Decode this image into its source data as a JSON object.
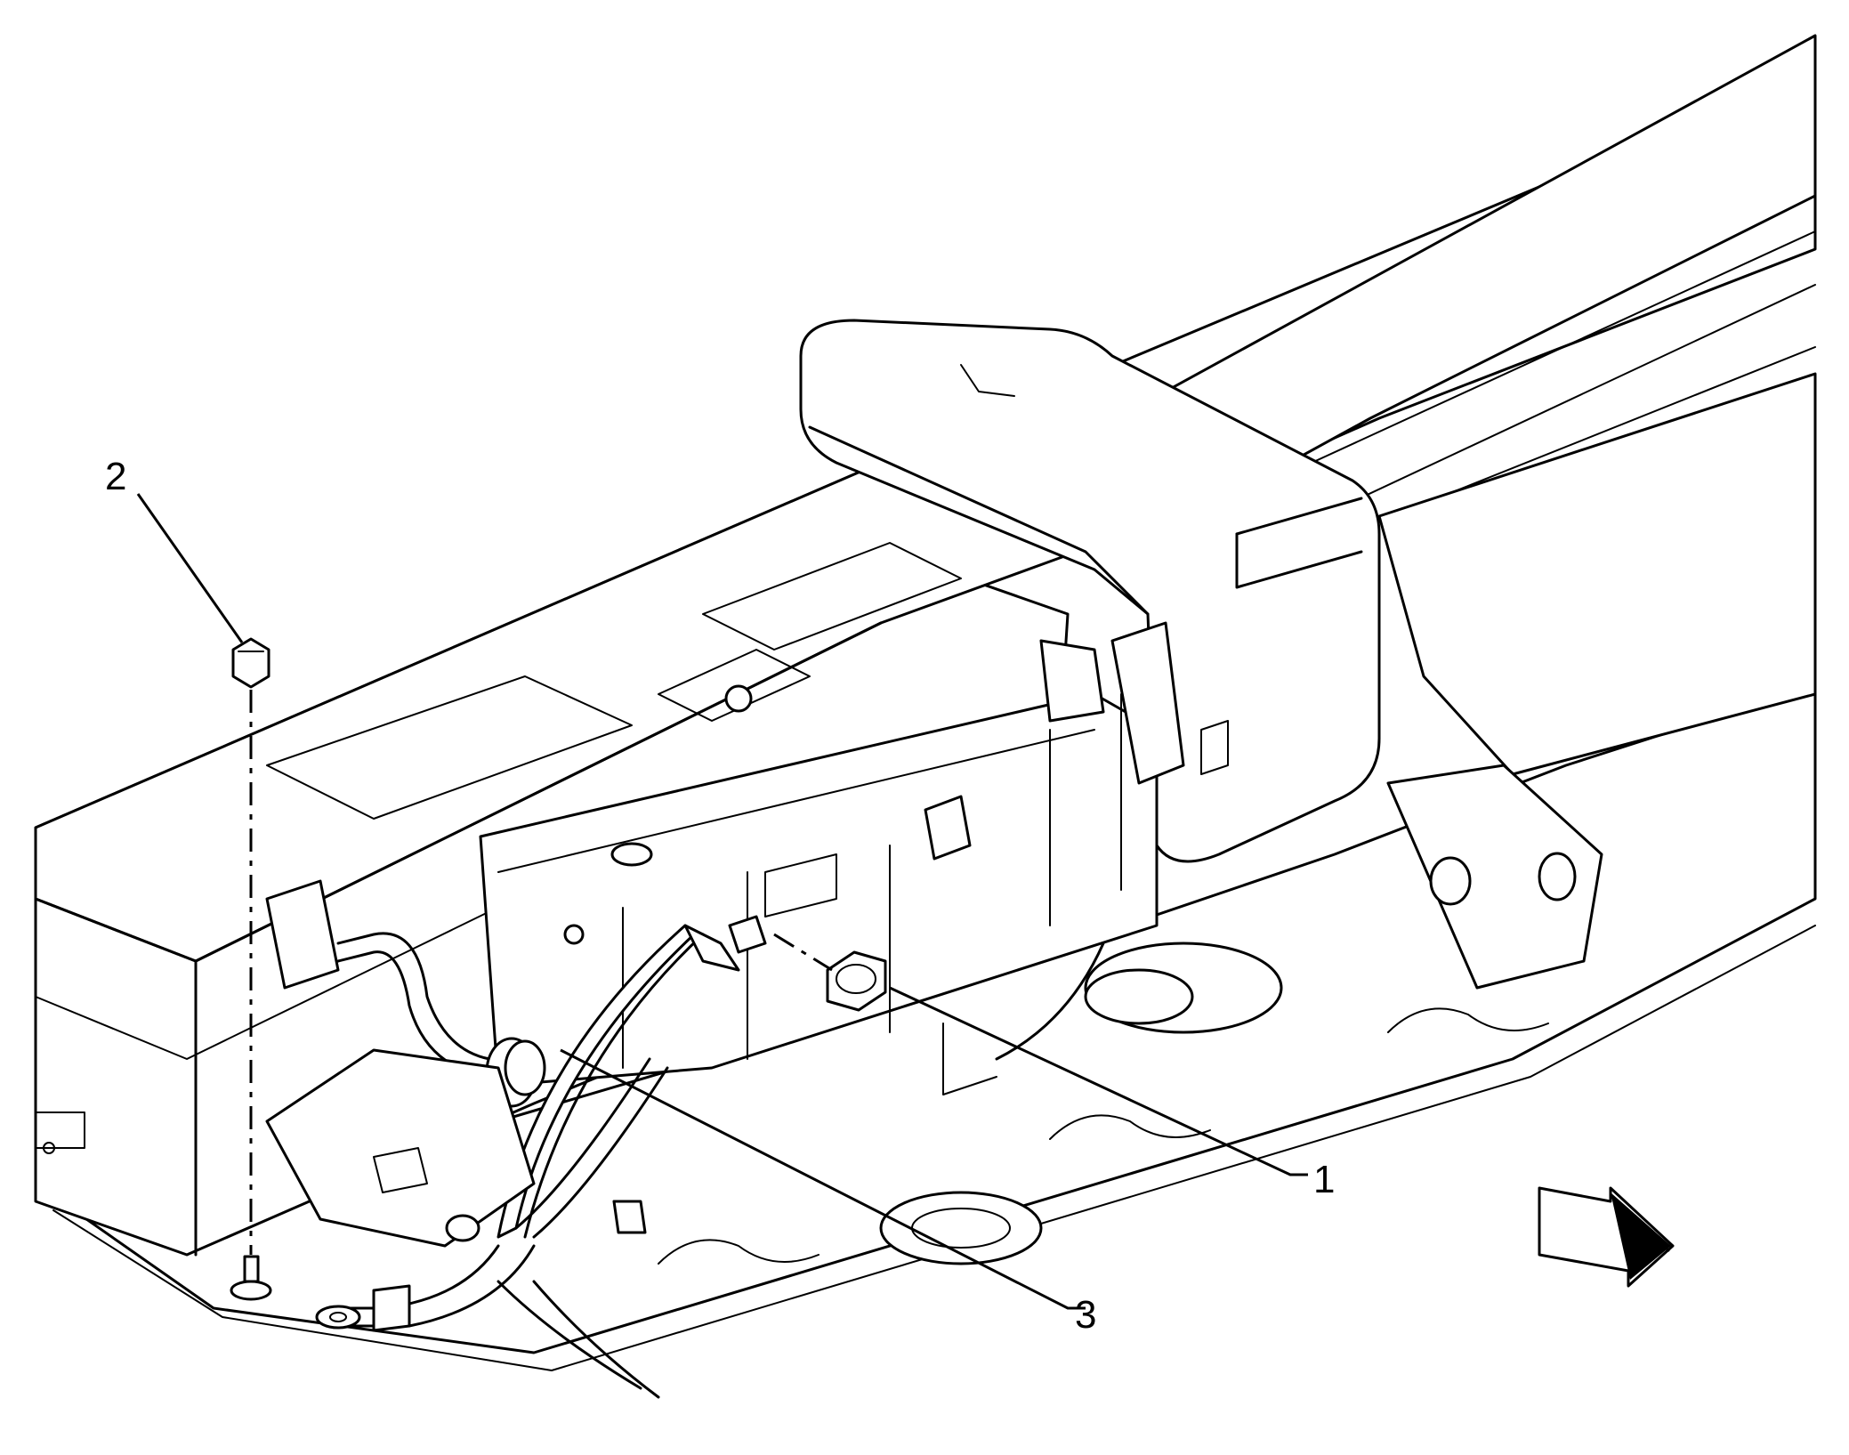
{
  "diagram": {
    "callouts": [
      {
        "id": "1",
        "label": "1"
      },
      {
        "id": "2",
        "label": "2"
      },
      {
        "id": "3",
        "label": "3"
      }
    ],
    "direction_arrow_icon": "front-arrow-icon",
    "colors": {
      "line": "#000000",
      "background": "#ffffff"
    }
  }
}
